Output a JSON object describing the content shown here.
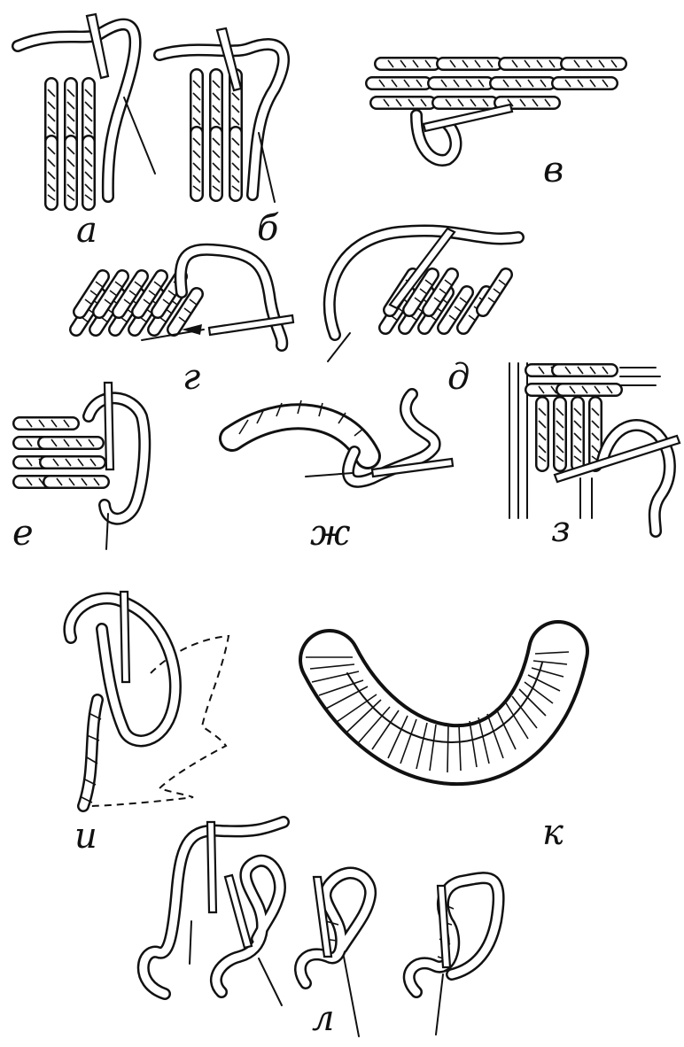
{
  "figure": {
    "panel_labels": {
      "a": "а",
      "b": "б",
      "v": "в",
      "g": "г",
      "d": "д",
      "e": "е",
      "zh": "ж",
      "z": "з",
      "i": "и",
      "k": "к",
      "l": "л"
    }
  }
}
